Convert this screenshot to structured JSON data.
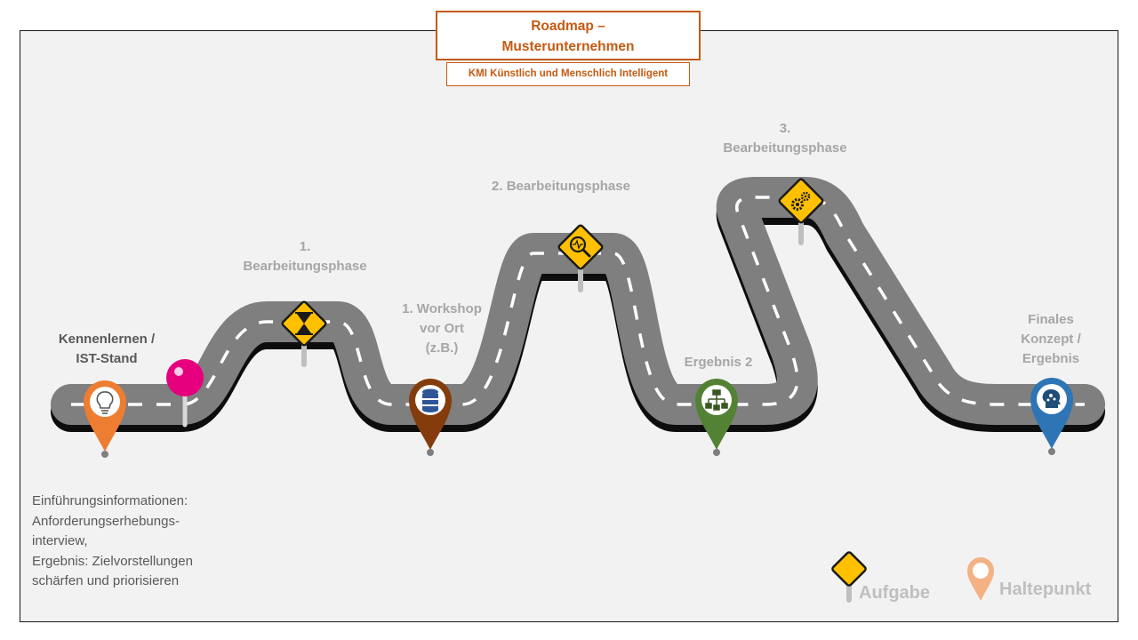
{
  "header": {
    "title_line1": "Roadmap –",
    "title_line2": "Musterunternehmen",
    "subtitle": "KMI Künstlich und Menschlich Intelligent"
  },
  "labels": {
    "kennenlernen_line1": "Kennenlernen /",
    "kennenlernen_line2": "IST-Stand",
    "phase1_line1": "1.",
    "phase1_line2": "Bearbeitungsphase",
    "workshop_line1": "1. Workshop",
    "workshop_line2": "vor Ort",
    "workshop_line3": "(z.B.)",
    "phase2": "2. Bearbeitungsphase",
    "phase3_line1": "3.",
    "phase3_line2": "Bearbeitungsphase",
    "ergebnis2": "Ergebnis 2",
    "final_line1": "Finales",
    "final_line2": "Konzept /",
    "final_line3": "Ergebnis"
  },
  "intro": {
    "line1": "Einführungsinformationen:",
    "line2": "Anforderungserhebungs-",
    "line3": "interview,",
    "line4": "Ergebnis: Zielvorstellungen",
    "line5": "schärfen und priorisieren"
  },
  "legend": {
    "task_label": "Aufgabe",
    "stop_label": "Haltepunkt"
  },
  "stops": [
    {
      "icon": "lightbulb-icon",
      "color": "#ed7d31"
    },
    {
      "icon": "database-icon",
      "color": "#843c0c"
    },
    {
      "icon": "flowchart-icon",
      "color": "#548235"
    },
    {
      "icon": "brain-icon",
      "color": "#2e75b6"
    }
  ],
  "tasks": [
    {
      "icon": "hourglass-icon"
    },
    {
      "icon": "magnifier-icon"
    },
    {
      "icon": "gears-icon"
    }
  ],
  "colors": {
    "accent": "#c55a11",
    "road": "#7f7f7f",
    "road_shadow": "#0d0d0d",
    "sign": "#ffc000",
    "pushpin": "#e6007e"
  }
}
